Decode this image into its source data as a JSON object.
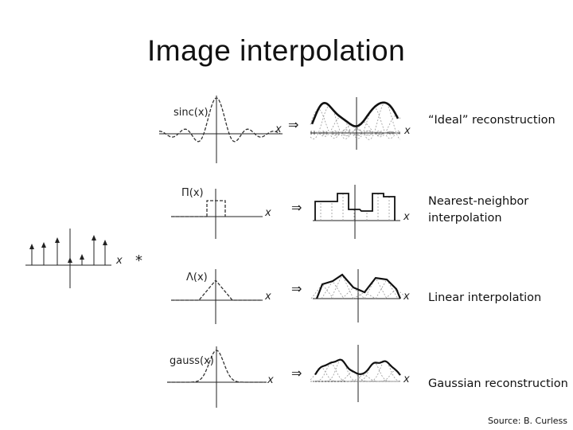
{
  "slide": {
    "title": "Image interpolation",
    "source": "Source: B. Curless"
  },
  "input_signal": {
    "axis_label": "x",
    "convolution_symbol": "*"
  },
  "kernels": [
    {
      "function_label": "sinc(x)",
      "axis_label": "x",
      "arrow": "⇒",
      "result_axis_label": "x",
      "description": "“Ideal” reconstruction"
    },
    {
      "function_label": "Π(x)",
      "axis_label": "x",
      "arrow": "⇒",
      "result_axis_label": "x",
      "description": "Nearest-neighbor interpolation"
    },
    {
      "function_label": "Λ(x)",
      "axis_label": "x",
      "arrow": "⇒",
      "result_axis_label": "x",
      "description": "Linear interpolation"
    },
    {
      "function_label": "gauss(x)",
      "axis_label": "x",
      "arrow": "⇒",
      "result_axis_label": "x",
      "description": "Gaussian reconstruction"
    }
  ]
}
